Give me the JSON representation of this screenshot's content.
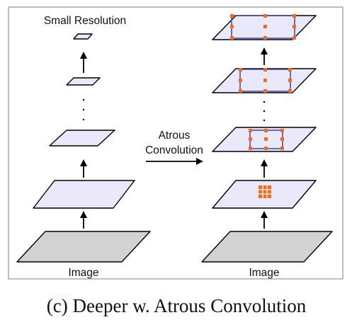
{
  "diagram": {
    "left_column": {
      "top_label": "Small Resolution",
      "bottom_label": "Image"
    },
    "right_column": {
      "bottom_label": "Image"
    },
    "middle_label": {
      "line1": "Atrous",
      "line2": "Convolution"
    },
    "caption": "(c) Deeper w. Atrous Convolution",
    "colors": {
      "input_plane": "#d2d2d2",
      "feature_plane": "#e9e9fb",
      "atrous_dots": "#f26b22",
      "atrous_frame": "#4b4fa6"
    }
  }
}
